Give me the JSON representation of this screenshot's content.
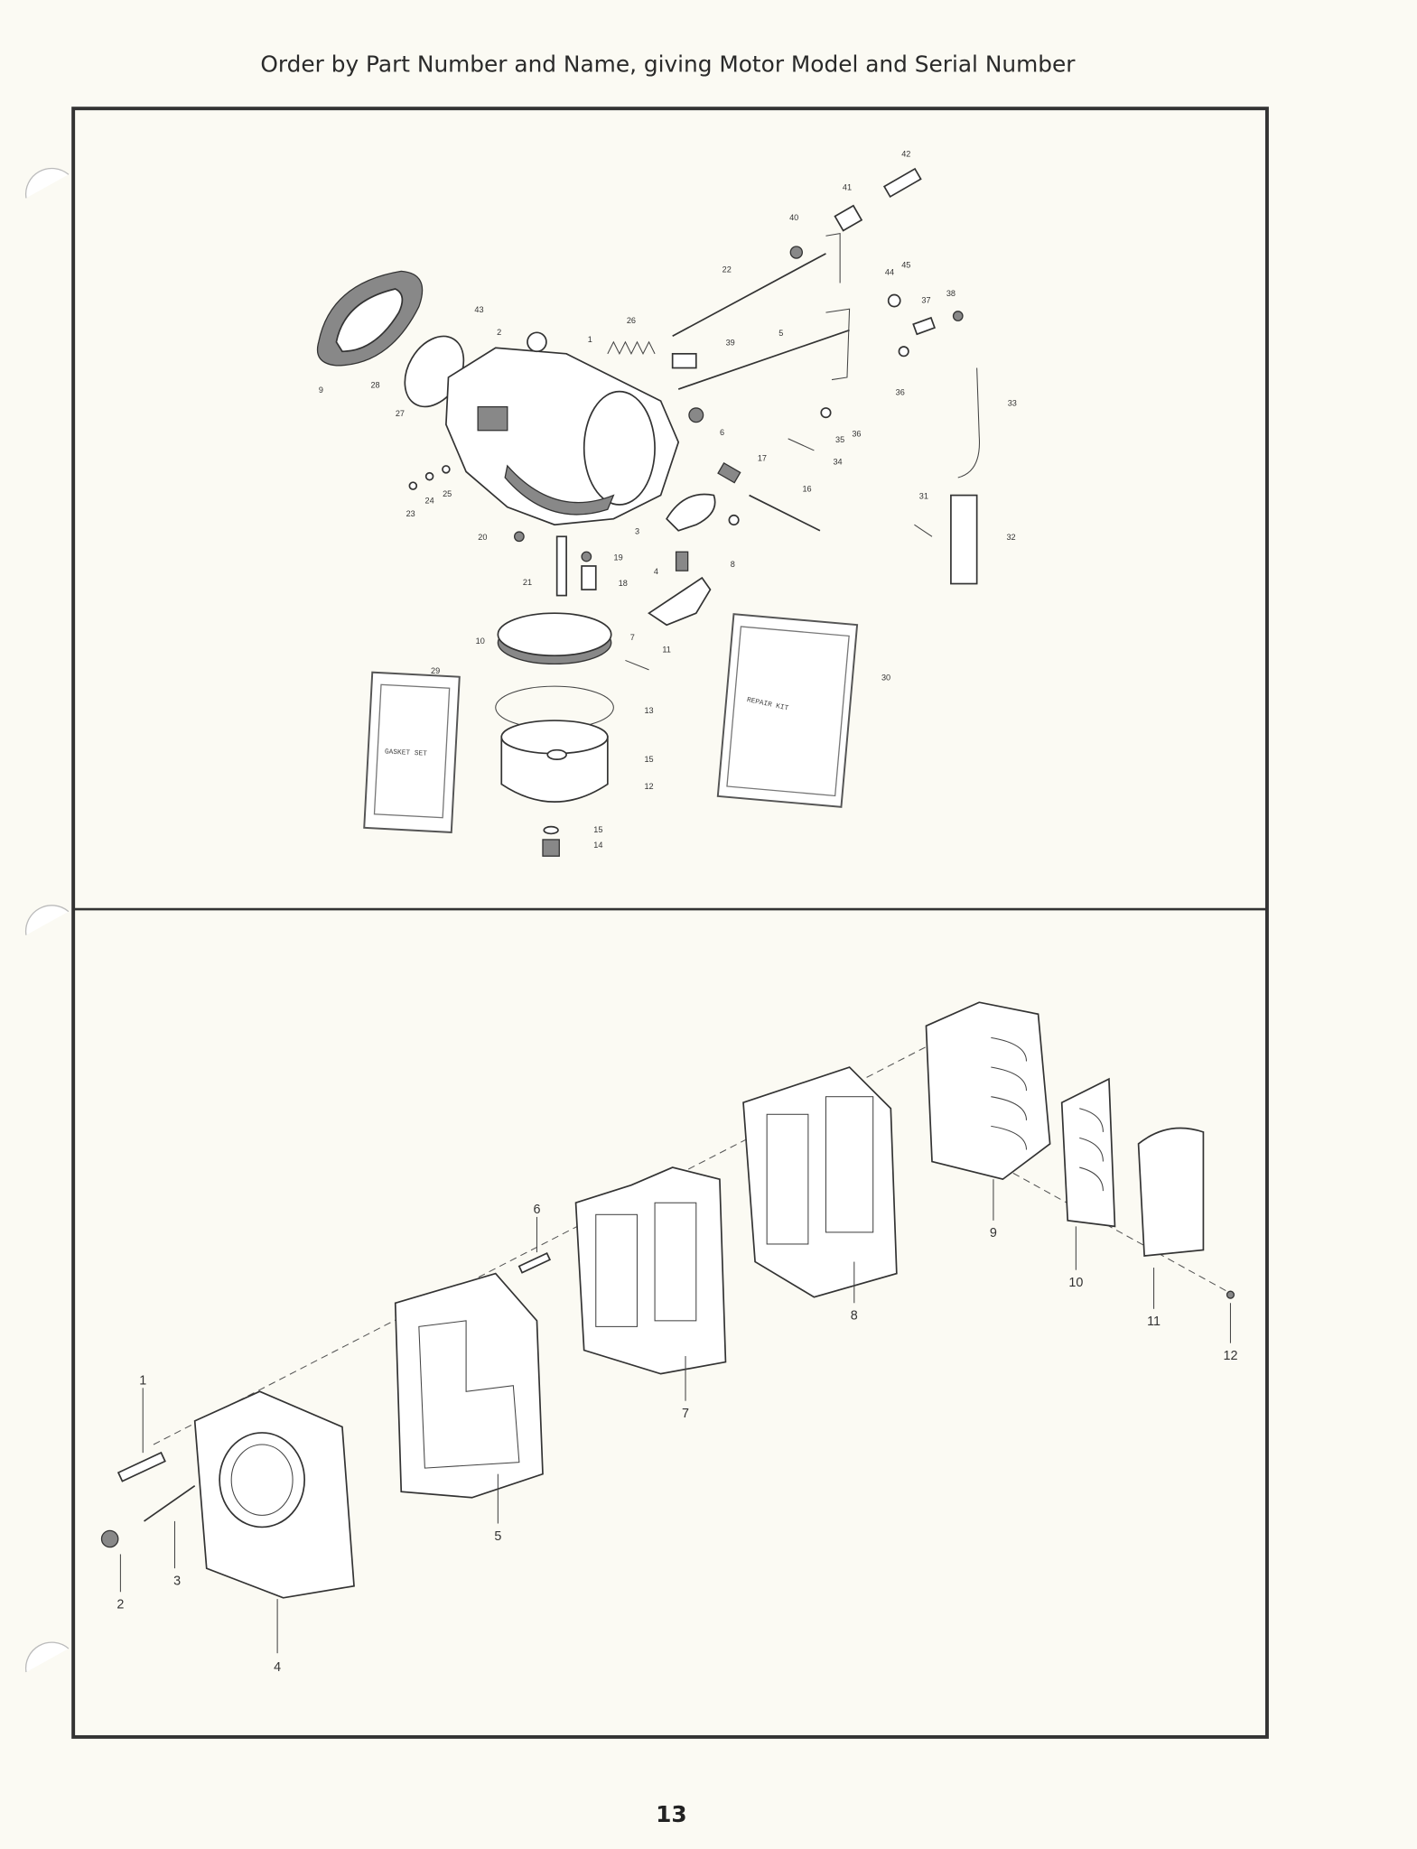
{
  "header": {
    "instruction": "Order by Part Number and Name, giving Motor  Model and Serial Number"
  },
  "page_number": "13",
  "carburetor_diagram": {
    "kits": {
      "gasket_set": "GASKET SET",
      "repair_kit": "REPAIR KIT"
    },
    "callouts": [
      "42",
      "41",
      "40",
      "22",
      "44",
      "45",
      "37",
      "38",
      "26",
      "39",
      "5",
      "2",
      "1",
      "9",
      "28",
      "27",
      "43",
      "36",
      "33",
      "6",
      "35",
      "36",
      "34",
      "17",
      "16",
      "23",
      "24",
      "25",
      "31",
      "32",
      "3",
      "8",
      "20",
      "19",
      "18",
      "4",
      "21",
      "7",
      "10",
      "11",
      "29",
      "30",
      "13",
      "15",
      "12",
      "15",
      "14"
    ]
  },
  "reed_valve_diagram": {
    "callouts": [
      "1",
      "2",
      "3",
      "4",
      "5",
      "6",
      "7",
      "8",
      "9",
      "10",
      "11",
      "12"
    ]
  }
}
